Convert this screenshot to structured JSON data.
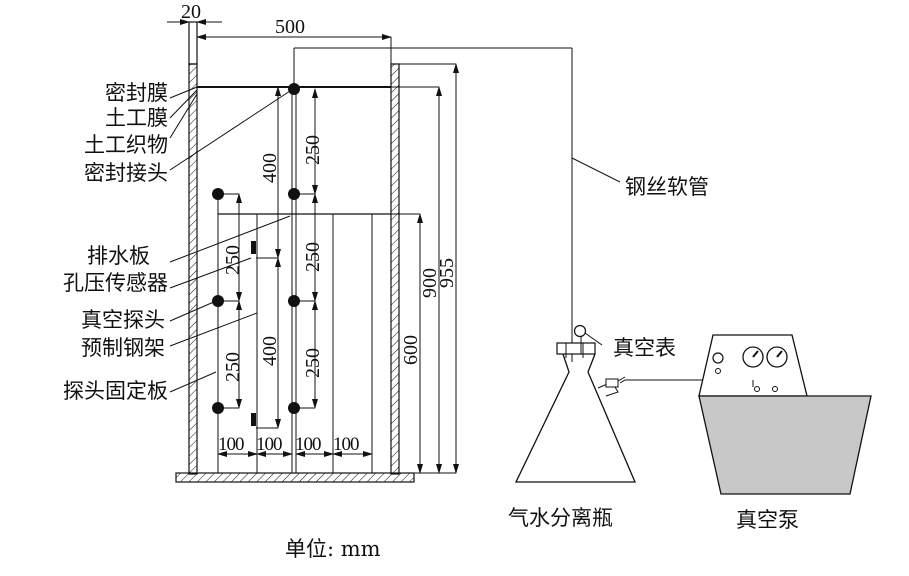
{
  "figure": {
    "type": "test apparatus schematic",
    "unit_note": "单位: mm",
    "colors": {
      "line": "#111111",
      "pump_body": "#c8c8c8",
      "background": "#ffffff"
    }
  },
  "labels_left": [
    {
      "id": "sealing-membrane",
      "text": "密封膜"
    },
    {
      "id": "geomembrane",
      "text": "土工膜"
    },
    {
      "id": "geotextile",
      "text": "土工织物"
    },
    {
      "id": "sealing-joint",
      "text": "密封接头"
    },
    {
      "id": "drainage-board",
      "text": "排水板"
    },
    {
      "id": "pore-pressure-sensor",
      "text": "孔压传感器"
    },
    {
      "id": "vacuum-probe",
      "text": "真空探头"
    },
    {
      "id": "prefab-steel-frame",
      "text": "预制钢架"
    },
    {
      "id": "probe-fixing-plate",
      "text": "探头固定板"
    }
  ],
  "labels_right": {
    "steel_wire_hose": "钢丝软管",
    "vacuum_gauge": "真空表",
    "gas_water_separator": "气水分离瓶",
    "vacuum_pump": "真空泵"
  },
  "dimensions": {
    "wall_thickness": "20",
    "box_width": "500",
    "probe_spacing_right_top": "250",
    "probe_spacing_right_mid": "250",
    "probe_spacing_right_bottom": "250",
    "probe_spacing_left_top": "250",
    "probe_spacing_left_bottom": "250",
    "sensor_depth_upper": "400",
    "sensor_depth_lower": "400",
    "board_spacing": [
      "100",
      "100",
      "100",
      "100"
    ],
    "soil_height": "600",
    "membrane_height": "900",
    "box_height": "955"
  }
}
